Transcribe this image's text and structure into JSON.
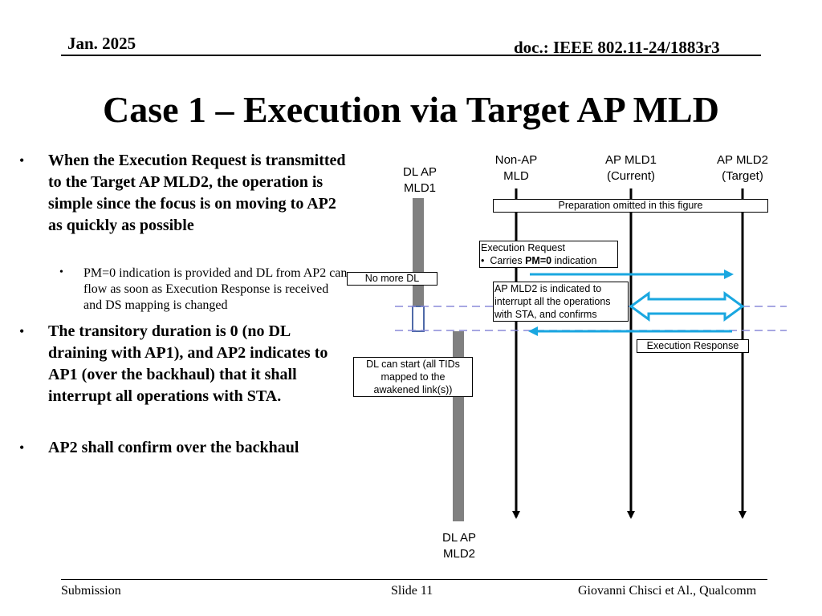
{
  "header": {
    "date": "Jan. 2025",
    "doc": "doc.: IEEE 802.11-24/1883r3"
  },
  "title": "Case 1 – Execution via Target AP MLD",
  "bullets": [
    {
      "text": "When the Execution Request is transmitted to the Target AP MLD2, the operation is simple since the focus is on moving to AP2 as quickly as possible"
    },
    {
      "text": "PM=0 indication is provided and DL from AP2 can flow as soon as Execution Response is received and DS mapping is changed"
    },
    {
      "text": "The transitory duration is 0 (no DL draining with AP1), and AP2 indicates to AP1 (over the backhaul) that it shall interrupt all operations with STA."
    },
    {
      "text": "AP2 shall confirm over the backhaul"
    }
  ],
  "diagram": {
    "dl_ap_mld1": "DL AP MLD1",
    "dl_ap_mld2": "DL AP MLD2",
    "non_ap_mld": "Non-AP MLD",
    "ap_mld1": "AP MLD1 (Current)",
    "ap_mld2": "AP MLD2 (Target)",
    "preparation_omitted": "Preparation omitted in this figure",
    "execution_request": "Execution Request",
    "carries_prefix": "Carries ",
    "carries_bold": "PM=0",
    "carries_suffix": " indication",
    "no_more_dl": "No more DL",
    "ap_mld2_indicated": "AP MLD2 is indicated to interrupt all the operations with STA, and confirms",
    "execution_response": "Execution Response",
    "dl_can_start": "DL can start (all TIDs mapped to the awakened link(s))",
    "colors": {
      "arrow": "#1aa7e0",
      "dashed": "#8a8ad8",
      "bar": "#808080",
      "outline": "#4f6aa8"
    }
  },
  "footer": {
    "left": "Submission",
    "center": "Slide 11",
    "right": "Giovanni Chisci et Al., Qualcomm"
  }
}
